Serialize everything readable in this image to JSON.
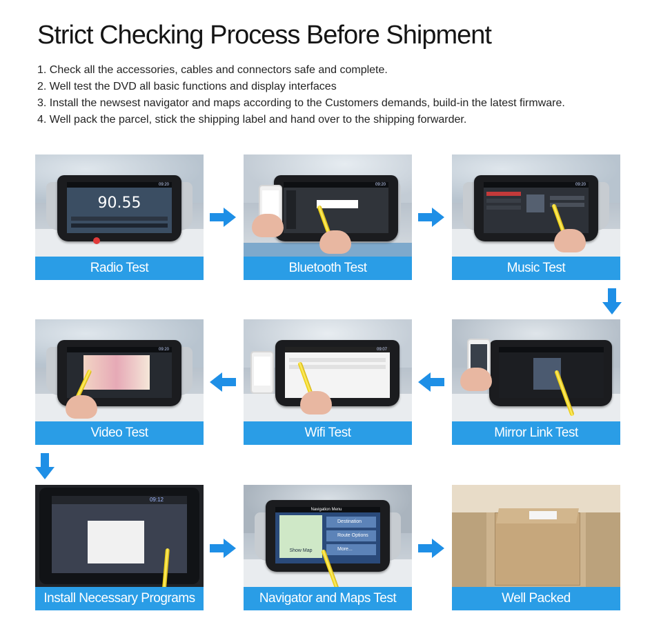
{
  "page": {
    "title": "Strict Checking Process Before Shipment",
    "steps": [
      "1. Check all the accessories, cables and connectors safe and complete.",
      "2. Well test the DVD all basic functions and display interfaces",
      "3. Install the newsest navigator and maps according to the Customers demands, build-in the latest firmware.",
      "4. Well pack the parcel, stick the shipping label and hand over to the shipping forwarder."
    ]
  },
  "tests": [
    {
      "caption": "Radio Test",
      "screen_text": "90.55"
    },
    {
      "caption": "Bluetooth Test"
    },
    {
      "caption": "Music Test"
    },
    {
      "caption": "Mirror Link Test"
    },
    {
      "caption": "Wifi Test"
    },
    {
      "caption": "Video Test"
    },
    {
      "caption": "Install Necessary Programs",
      "screen_text": "09:12"
    },
    {
      "caption": "Navigator and Maps Test",
      "screen_text": "Navigation Menu",
      "menu": [
        "Destination",
        "Route Options",
        "Show Map",
        "More..."
      ]
    },
    {
      "caption": "Well Packed"
    }
  ],
  "colors": {
    "caption_bg": "#2a9de6",
    "arrow": "#1e8fe6"
  },
  "icons": {
    "arrow_right": "arrow-right-icon",
    "arrow_left": "arrow-left-icon",
    "arrow_down": "arrow-down-icon"
  }
}
